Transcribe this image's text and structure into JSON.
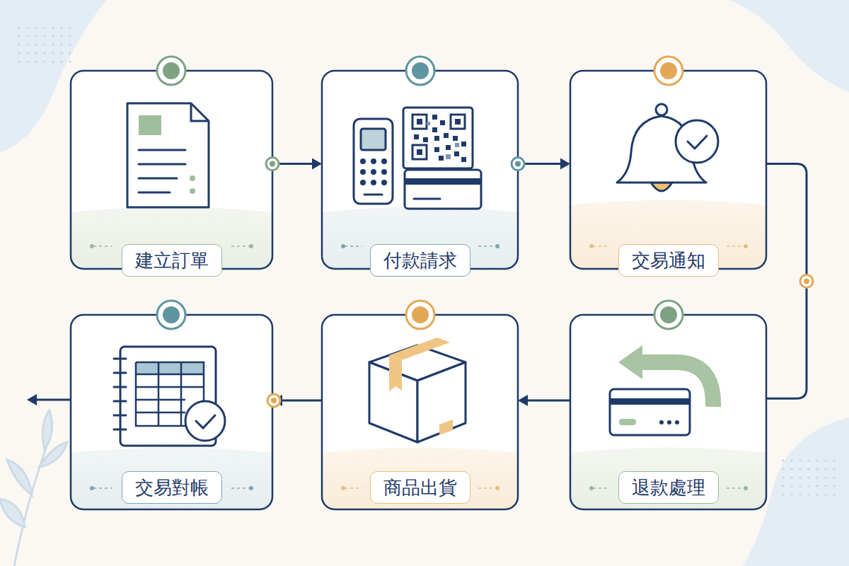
{
  "diagram": {
    "nodes": [
      {
        "text": [
          "建立訂單"
        ]
      },
      {
        "text": [
          "付款請求"
        ]
      },
      {
        "text": [
          "交易通知"
        ]
      },
      {
        "text": [
          "退款處理"
        ]
      },
      {
        "text": [
          "商品出貨"
        ]
      },
      {
        "text": [
          "交易對帳"
        ]
      }
    ],
    "edges": [
      {
        "from": 0,
        "to": 1,
        "arrow": "to"
      },
      {
        "from": 1,
        "to": 2,
        "arrow": "to"
      },
      {
        "from": 2,
        "to": 3,
        "arrow": "none"
      },
      {
        "from": 3,
        "to": 4,
        "arrow": "to"
      },
      {
        "from": 4,
        "to": 5,
        "arrow": "to"
      }
    ]
  }
}
